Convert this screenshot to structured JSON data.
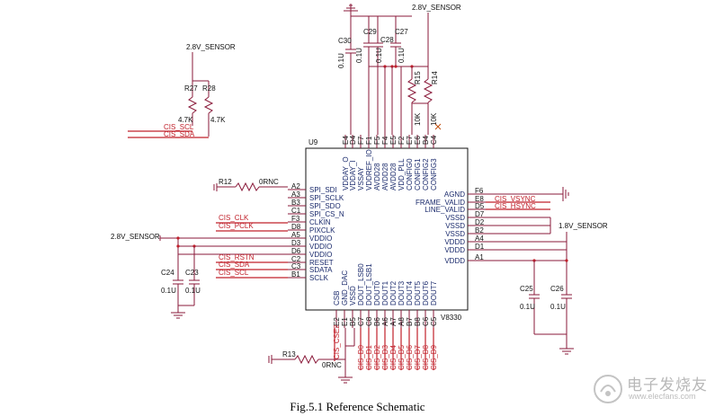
{
  "figure": {
    "caption": "Fig.5.1 Reference Schematic"
  },
  "chip": {
    "ref": "U9",
    "part": "V8330",
    "top_pins": [
      {
        "num": "E4",
        "name": "VDDAY_O"
      },
      {
        "num": "D4",
        "name": "VDDAY_I"
      },
      {
        "num": "F7",
        "name": "VSSAY"
      },
      {
        "num": "F1",
        "name": "VDDREF_IO"
      },
      {
        "num": "F5",
        "name": "AVDD28"
      },
      {
        "num": "F4",
        "name": "AVDD28"
      },
      {
        "num": "E5",
        "name": "AVDD28"
      },
      {
        "num": "F2",
        "name": "VDD_PLL"
      },
      {
        "num": "E7",
        "name": "CONFIG0"
      },
      {
        "num": "E6",
        "name": "CONFIG1"
      },
      {
        "num": "B4",
        "name": "CONFIG2"
      },
      {
        "num": "C4",
        "name": "CONFIG3"
      }
    ],
    "left_pins": [
      {
        "num": "A2",
        "name": "SPI_SDI"
      },
      {
        "num": "A3",
        "name": "SPI_SCLK"
      },
      {
        "num": "B3",
        "name": "SPI_SDO"
      },
      {
        "num": "C1",
        "name": "SPI_CS_N"
      },
      {
        "num": "F3",
        "name": "CLKIN"
      },
      {
        "num": "D8",
        "name": "PIXCLK"
      },
      {
        "num": "A5",
        "name": "VDDIO"
      },
      {
        "num": "D3",
        "name": "VDDIO"
      },
      {
        "num": "D6",
        "name": "VDDIO"
      },
      {
        "num": "C2",
        "name": "RESET"
      },
      {
        "num": "C3",
        "name": "SDATA"
      },
      {
        "num": "B1",
        "name": "SCLK"
      }
    ],
    "right_pins": [
      {
        "num": "F6",
        "name": "AGND"
      },
      {
        "num": "E8",
        "name": "FRAME_VALID"
      },
      {
        "num": "D5",
        "name": "LINE_VALID"
      },
      {
        "num": "D7",
        "name": "VSSD"
      },
      {
        "num": "D2",
        "name": "VSSD"
      },
      {
        "num": "B2",
        "name": "VSSD"
      },
      {
        "num": "A4",
        "name": "VDDD"
      },
      {
        "num": "D1",
        "name": "VDDD"
      },
      {
        "num": "A1",
        "name": "VDDD"
      }
    ],
    "bottom_pins": [
      {
        "num": "E2",
        "name": "CSB"
      },
      {
        "num": "E1",
        "name": "GND_DAC"
      },
      {
        "num": "B5",
        "name": "VSSD"
      },
      {
        "num": "C7",
        "name": "DOUT_LSB0"
      },
      {
        "num": "C8",
        "name": "DOUT_LSB1"
      },
      {
        "num": "B6",
        "name": "DOUT0"
      },
      {
        "num": "A6",
        "name": "DOUT1"
      },
      {
        "num": "A7",
        "name": "DOUT2"
      },
      {
        "num": "A8",
        "name": "DOUT3"
      },
      {
        "num": "B7",
        "name": "DOUT4"
      },
      {
        "num": "B8",
        "name": "DOUT5"
      },
      {
        "num": "C6",
        "name": "DOUT6"
      },
      {
        "num": "C5",
        "name": "DOUT7"
      }
    ]
  },
  "nets": {
    "sensor_2v8": "2.8V_SENSOR",
    "sensor_1v8": "1.8V_SENSOR",
    "cis_scl": "CIS_SCL",
    "cis_sda": "CIS_SDA",
    "cis_clk": "CIS_CLK",
    "cis_pclk": "CIS_PCLK",
    "cis_rstn": "CIS_RSTN",
    "cis_vsync": "CIS_VSYNC",
    "cis_hsync": "CIS_HSYNC",
    "cis_cse2": "CIS_CSE2",
    "data_bus": [
      "CIS_D0",
      "CIS_D1",
      "CIS_D2",
      "CIS_D3",
      "CIS_D4",
      "CIS_D5",
      "CIS_D6",
      "CIS_D7",
      "CIS_D8",
      "CIS_D9"
    ]
  },
  "components": {
    "c30": {
      "ref": "C30",
      "value": "0.1U"
    },
    "c29": {
      "ref": "C29",
      "value": "0.1U"
    },
    "c28": {
      "ref": "C28",
      "value": "0.1U"
    },
    "c27": {
      "ref": "C27",
      "value": "0.1U"
    },
    "c24": {
      "ref": "C24",
      "value": "0.1U"
    },
    "c23": {
      "ref": "C23",
      "value": "0.1U"
    },
    "c25": {
      "ref": "C25",
      "value": "0.1U"
    },
    "c26": {
      "ref": "C26",
      "value": "0.1U"
    },
    "r27": {
      "ref": "R27",
      "value": "4.7K"
    },
    "r28": {
      "ref": "R28",
      "value": "4.7K"
    },
    "r15": {
      "ref": "R15",
      "value": "10K"
    },
    "r14": {
      "ref": "R14",
      "value": "10K"
    },
    "r12": {
      "ref": "R12",
      "value": "0RNC"
    },
    "r13": {
      "ref": "R13",
      "value": "0RNC"
    }
  },
  "watermark": {
    "text": "电子发烧友",
    "url": "www.elecfans.com"
  },
  "colors": {
    "wire": "#8a1a3a",
    "net_label": "#c0202a",
    "pin_text": "#1a2a6c"
  }
}
